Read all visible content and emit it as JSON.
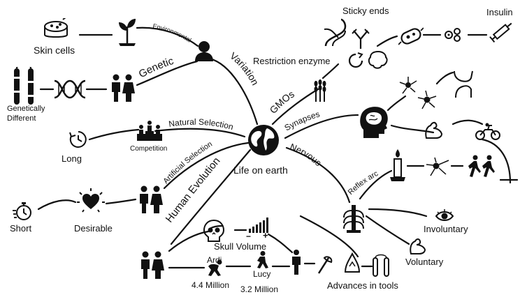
{
  "center": {
    "label": "Life on earth",
    "icon": "globe-icon"
  },
  "branches": {
    "variation": "Variation",
    "environmental": "Environmental",
    "genetic": "Genetic",
    "gmos": "GMOs",
    "synapses": "Synapses",
    "nervous": "Nervous",
    "natural_selection": "Natural Selection",
    "artificial_selection": "Artificial Selection",
    "human_evolution": "Human Evolution",
    "reflex_arc": "Reflex arc"
  },
  "labels": {
    "skin_cells": "Skin cells",
    "genetically_different_1": "Genetically",
    "genetically_different_2": "Different",
    "sticky_ends": "Sticky ends",
    "insulin": "Insulin",
    "restriction_enzyme": "Restriction enzyme",
    "long": "Long",
    "competition": "Competition",
    "short": "Short",
    "desirable": "Desirable",
    "skull_volume": "Skull Volume",
    "ardi": "Ardi",
    "ardi_age": "4.4 Million",
    "lucy": "Lucy",
    "lucy_age": "3.2 Million",
    "advances_in_tools": "Advances in tools",
    "involuntary": "Involuntary",
    "voluntary": "Voluntary",
    "minus": "−",
    "plus": "+"
  },
  "icons": [
    "globe-icon",
    "person-head-icon",
    "plant-seedling-icon",
    "petri-dish-icon",
    "chromosome-icon",
    "dna-icon",
    "couple-icon",
    "podium-icon",
    "timer-icon",
    "stopwatch-icon",
    "heart-burst-icon",
    "skull-icon",
    "volume-bars-icon",
    "ardi-icon",
    "lucy-icon",
    "human-icon",
    "axe-icon",
    "flint-icon",
    "nunchuck-icon",
    "spine-icon",
    "eye-icon",
    "flexed-arm-icon",
    "candle-icon",
    "neuron-icon",
    "brain-head-icon",
    "muscle-icon",
    "motorbike-icon",
    "runners-icon",
    "wheat-icon",
    "antibody-icon",
    "plasmid-icon",
    "bacterium-icon",
    "cells-icon",
    "syringe-icon",
    "knee-joint-icon"
  ]
}
